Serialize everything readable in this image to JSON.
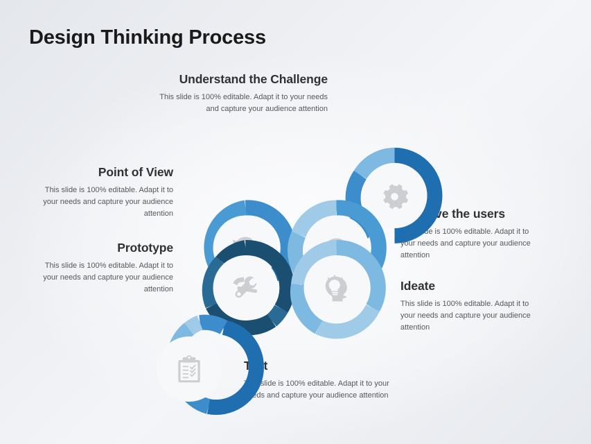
{
  "slide": {
    "title": "Design Thinking Process",
    "background_color": "#eceef2",
    "body_text": "This slide is 100% editable. Adapt it to your needs and capture your audience attention"
  },
  "palette": {
    "dark_navy": "#1b4f72",
    "steel_blue": "#2a6b96",
    "medium_blue": "#1f6fb0",
    "primary_blue": "#3d8dcc",
    "bright_blue": "#4a9ad4",
    "light_blue": "#7db9e0",
    "pale_blue": "#9fcbe8",
    "ring_inner": "#f7f8fa",
    "icon_gray": "#cdced1",
    "heading_color": "#2f3133",
    "body_color": "#55585c"
  },
  "steps": [
    {
      "id": "understand",
      "label": "Understand the Challenge",
      "body": "This slide is 100% editable. Adapt it to your needs and capture your audience attention",
      "icon": "gear-icon",
      "align": "right"
    },
    {
      "id": "observe",
      "label": "Observe the users",
      "body": "This slide is 100% editable. Adapt it to your needs and capture your audience attention",
      "icon": "eye-icon",
      "align": "left"
    },
    {
      "id": "point-of-view",
      "label": "Point of View",
      "body": "This slide is 100% editable. Adapt it to your needs and capture your audience attention",
      "icon": "refresh-cycle-icon",
      "align": "right"
    },
    {
      "id": "ideate",
      "label": "Ideate",
      "body": "This slide is 100% editable. Adapt it to your needs and capture your audience attention",
      "icon": "head-lightbulb-icon",
      "align": "left"
    },
    {
      "id": "prototype",
      "label": "Prototype",
      "body": "This slide is 100% editable. Adapt it to your needs and capture your audience attention",
      "icon": "tools-icon",
      "align": "right"
    },
    {
      "id": "test",
      "label": "Test",
      "body": "This slide is 100% editable. Adapt it to your needs and capture your audience attention",
      "icon": "clipboard-checklist-icon",
      "align": "left"
    }
  ]
}
